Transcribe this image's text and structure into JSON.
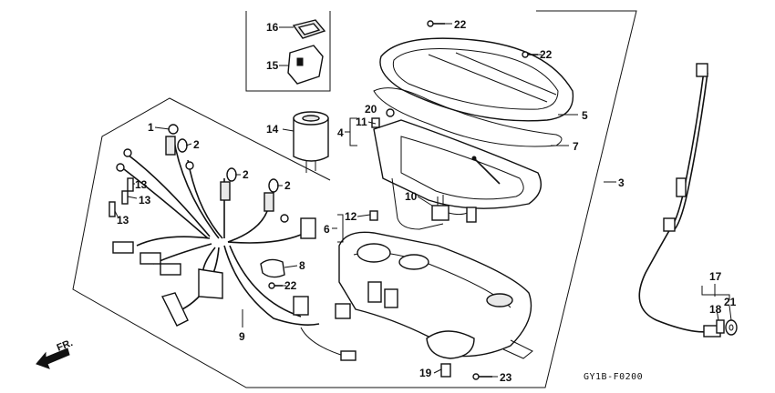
{
  "callouts": [
    {
      "id": "c1",
      "text": "1"
    },
    {
      "id": "c2a",
      "text": "2"
    },
    {
      "id": "c2b",
      "text": "2"
    },
    {
      "id": "c2c",
      "text": "2"
    },
    {
      "id": "c3",
      "text": "3"
    },
    {
      "id": "c4",
      "text": "4"
    },
    {
      "id": "c5",
      "text": "5"
    },
    {
      "id": "c6",
      "text": "6"
    },
    {
      "id": "c7",
      "text": "7"
    },
    {
      "id": "c8",
      "text": "8"
    },
    {
      "id": "c9",
      "text": "9"
    },
    {
      "id": "c10",
      "text": "10"
    },
    {
      "id": "c11",
      "text": "11"
    },
    {
      "id": "c12",
      "text": "12"
    },
    {
      "id": "c13a",
      "text": "13"
    },
    {
      "id": "c13b",
      "text": "13"
    },
    {
      "id": "c13c",
      "text": "13"
    },
    {
      "id": "c14",
      "text": "14"
    },
    {
      "id": "c15",
      "text": "15"
    },
    {
      "id": "c16",
      "text": "16"
    },
    {
      "id": "c17",
      "text": "17"
    },
    {
      "id": "c18",
      "text": "18"
    },
    {
      "id": "c19",
      "text": "19"
    },
    {
      "id": "c20",
      "text": "20"
    },
    {
      "id": "c21",
      "text": "21"
    },
    {
      "id": "c22a",
      "text": "22"
    },
    {
      "id": "c22b",
      "text": "22"
    },
    {
      "id": "c22c",
      "text": "22"
    },
    {
      "id": "c23",
      "text": "23"
    }
  ],
  "direction_label": "FR.",
  "figure_code": "GY1B-F0200"
}
